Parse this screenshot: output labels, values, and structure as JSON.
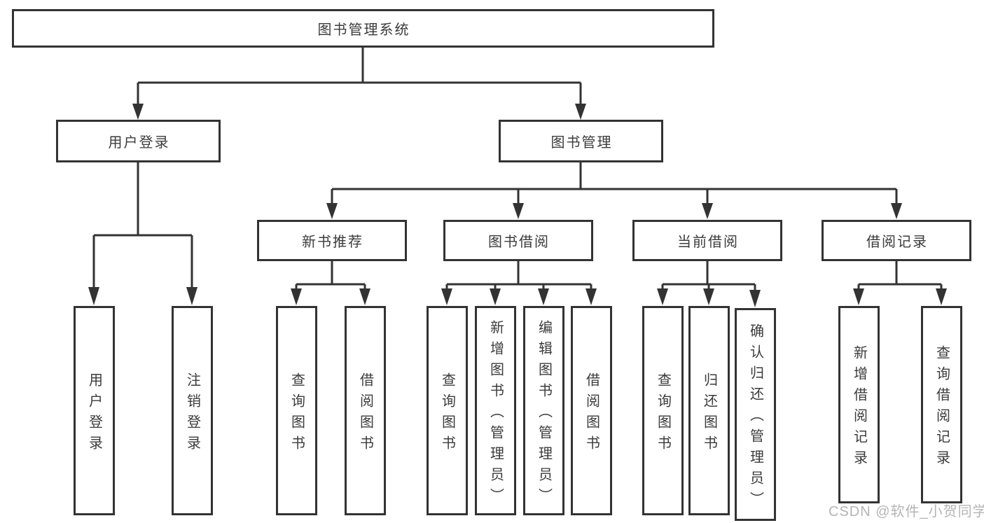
{
  "diagram_title": "图书管理系统",
  "colors": {
    "background": "#ffffff",
    "line": "#333333",
    "text": "#3b3b3b",
    "watermark": "#b5b5b5"
  },
  "watermark": {
    "text": "CSDN @软件_小贺同学"
  },
  "tree": {
    "label": "图书管理系统",
    "children": [
      {
        "label": "用户登录",
        "children": [
          {
            "label": "用户登录"
          },
          {
            "label": "注销登录"
          }
        ]
      },
      {
        "label": "图书管理",
        "children": [
          {
            "label": "新书推荐",
            "children": [
              {
                "label": "查询图书"
              },
              {
                "label": "借阅图书"
              }
            ]
          },
          {
            "label": "图书借阅",
            "children": [
              {
                "label": "查询图书"
              },
              {
                "label": "新增图书（管理员）"
              },
              {
                "label": "编辑图书（管理员）"
              },
              {
                "label": "借阅图书"
              }
            ]
          },
          {
            "label": "当前借阅",
            "children": [
              {
                "label": "查询图书"
              },
              {
                "label": "归还图书"
              },
              {
                "label": "确认归还（管理员）"
              }
            ]
          },
          {
            "label": "借阅记录",
            "children": [
              {
                "label": "新增借阅记录"
              },
              {
                "label": "查询借阅记录"
              }
            ]
          }
        ]
      }
    ]
  }
}
